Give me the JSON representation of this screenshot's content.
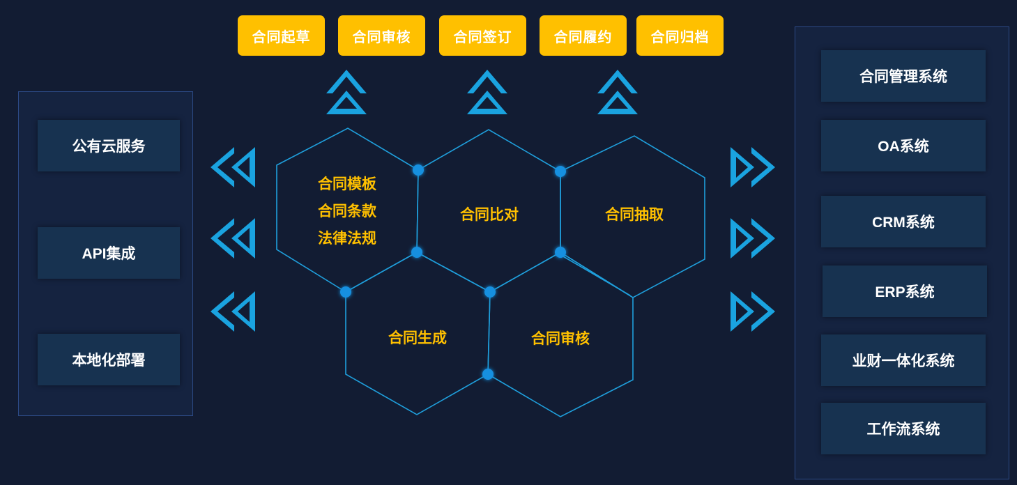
{
  "stages": [
    {
      "id": "draft",
      "label": "合同起草"
    },
    {
      "id": "review",
      "label": "合同审核"
    },
    {
      "id": "sign",
      "label": "合同签订"
    },
    {
      "id": "perform",
      "label": "合同履约"
    },
    {
      "id": "archive",
      "label": "合同归档"
    }
  ],
  "deployment": {
    "items": [
      {
        "id": "public-cloud",
        "label": "公有云服务"
      },
      {
        "id": "api",
        "label": "API集成"
      },
      {
        "id": "local",
        "label": "本地化部署"
      }
    ]
  },
  "integrations": {
    "items": [
      {
        "id": "contract-mgmt",
        "label": "合同管理系统"
      },
      {
        "id": "oa",
        "label": "OA系统"
      },
      {
        "id": "crm",
        "label": "CRM系统"
      },
      {
        "id": "erp",
        "label": "ERP系统"
      },
      {
        "id": "finance",
        "label": "业财一体化系统"
      },
      {
        "id": "workflow",
        "label": "工作流系统"
      }
    ]
  },
  "capabilities": {
    "template_lines": [
      "合同模板",
      "合同条款",
      "法律法规"
    ],
    "compare": "合同比对",
    "extract": "合同抽取",
    "generate": "合同生成",
    "audit": "合同审核"
  },
  "colors": {
    "background": "#121c33",
    "accent": "#ffc000",
    "arrow": "#1aa3e0",
    "hex_line": "#1f9fdc",
    "node": "#1490e0"
  },
  "icons": {
    "up": "double-chevron-up-icon",
    "left": "double-chevron-left-icon",
    "right": "double-chevron-right-icon"
  }
}
